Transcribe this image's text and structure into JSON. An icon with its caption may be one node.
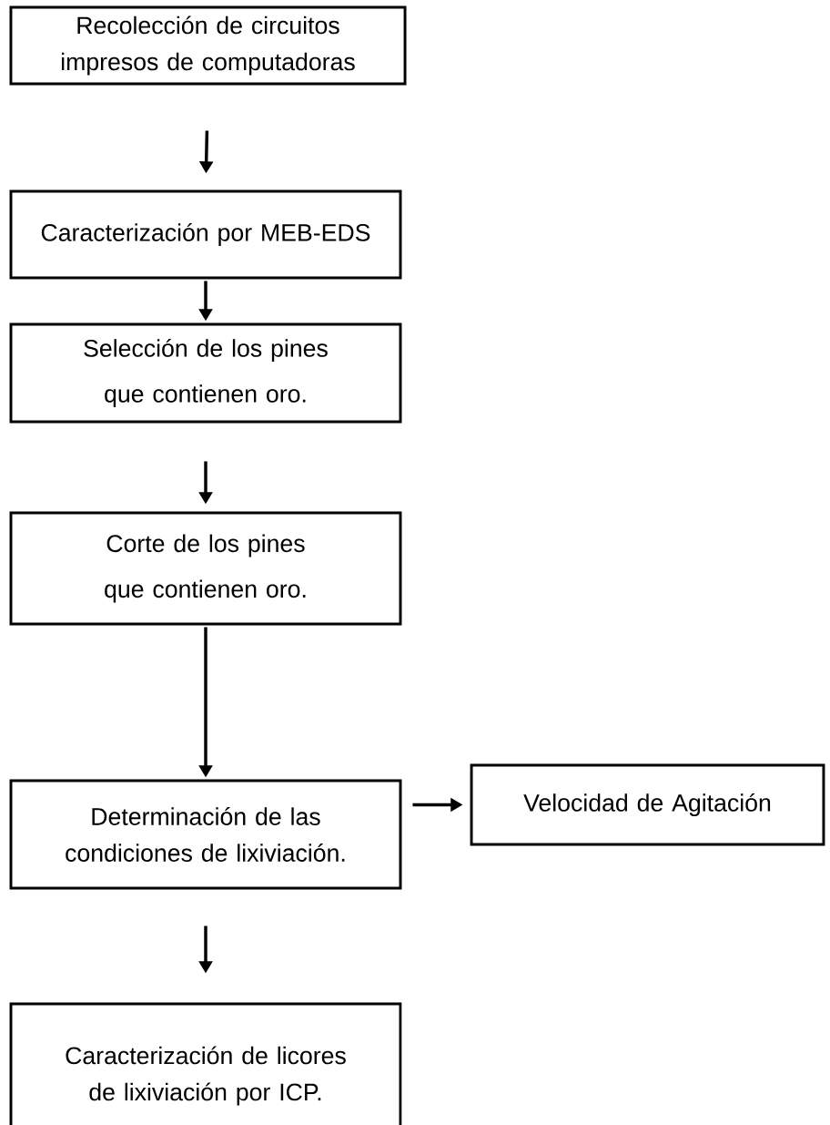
{
  "diagram": {
    "nodes": [
      {
        "text": [
          "Recolección de circuitos impresos de computadoras"
        ]
      },
      {
        "text": [
          "Caracterización por MEB-EDS"
        ]
      },
      {
        "text": [
          "Selección de los pines que contienen oro."
        ]
      },
      {
        "text": [
          "Corte de los pines que contienen oro."
        ]
      },
      {
        "text": [
          "Determinación de las condiciones de lixiviación."
        ]
      },
      {
        "text": [
          "Velocidad de Agitación"
        ]
      },
      {
        "text": [
          "Caracterización de licores de lixiviación por ICP."
        ]
      }
    ],
    "edges": [
      {
        "from": 0,
        "to": 1,
        "arrow": "to"
      },
      {
        "from": 1,
        "to": 2,
        "arrow": "to"
      },
      {
        "from": 2,
        "to": 3,
        "arrow": "to"
      },
      {
        "from": 3,
        "to": 4,
        "arrow": "to"
      },
      {
        "from": 4,
        "to": 5,
        "arrow": "to"
      },
      {
        "from": 4,
        "to": 6,
        "arrow": "to"
      }
    ]
  }
}
